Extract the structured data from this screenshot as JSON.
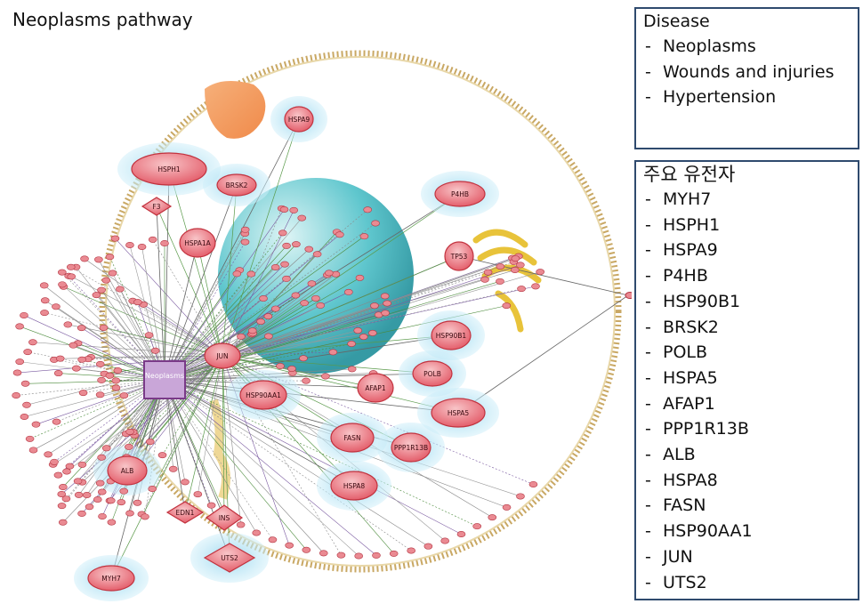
{
  "title": "Neoplasms pathway",
  "disease_box": {
    "heading": "Disease",
    "items": [
      "Neoplasms",
      "Wounds and injuries",
      "Hypertension"
    ]
  },
  "genes_box": {
    "heading": "주요 유전자",
    "items": [
      "MYH7",
      "HSPH1",
      "HSPA9",
      "P4HB",
      "HSP90B1",
      "BRSK2",
      "POLB",
      "HSPA5",
      "AFAP1",
      "PPP1R13B",
      "ALB",
      "HSPA8",
      "FASN",
      "HSP90AA1",
      "JUN",
      "UTS2"
    ]
  },
  "diagram": {
    "center_node": "Neoplasms",
    "nodes": [
      {
        "id": "hsph1",
        "label": "HSPH1"
      },
      {
        "id": "hspa9",
        "label": "HSPA9"
      },
      {
        "id": "p4hb",
        "label": "P4HB"
      },
      {
        "id": "brsk2",
        "label": "BRSK2"
      },
      {
        "id": "f3",
        "label": "F3"
      },
      {
        "id": "hspa1a",
        "label": "HSPA1A"
      },
      {
        "id": "tp53",
        "label": "TP53"
      },
      {
        "id": "jun",
        "label": "JUN"
      },
      {
        "id": "hsp90b1",
        "label": "HSP90B1"
      },
      {
        "id": "polb",
        "label": "POLB"
      },
      {
        "id": "afap1",
        "label": "AFAP1"
      },
      {
        "id": "hsp90aa1",
        "label": "HSP90AA1"
      },
      {
        "id": "hspa5",
        "label": "HSPA5"
      },
      {
        "id": "fasn",
        "label": "FASN"
      },
      {
        "id": "ppp1r13b",
        "label": "PPP1R13B"
      },
      {
        "id": "alb",
        "label": "ALB"
      },
      {
        "id": "hspa8",
        "label": "HSPA8"
      },
      {
        "id": "edn1",
        "label": "EDN1"
      },
      {
        "id": "ins",
        "label": "INS"
      },
      {
        "id": "uts2",
        "label": "UTS2"
      },
      {
        "id": "myh7",
        "label": "MYH7"
      }
    ],
    "colors": {
      "node_fill": "#e8717c",
      "node_stroke": "#c2323e",
      "halo": "#aee0f2",
      "nucleus": "#3fb7c1",
      "membrane": "#c8a05a",
      "center_fill": "#a55caa"
    }
  }
}
